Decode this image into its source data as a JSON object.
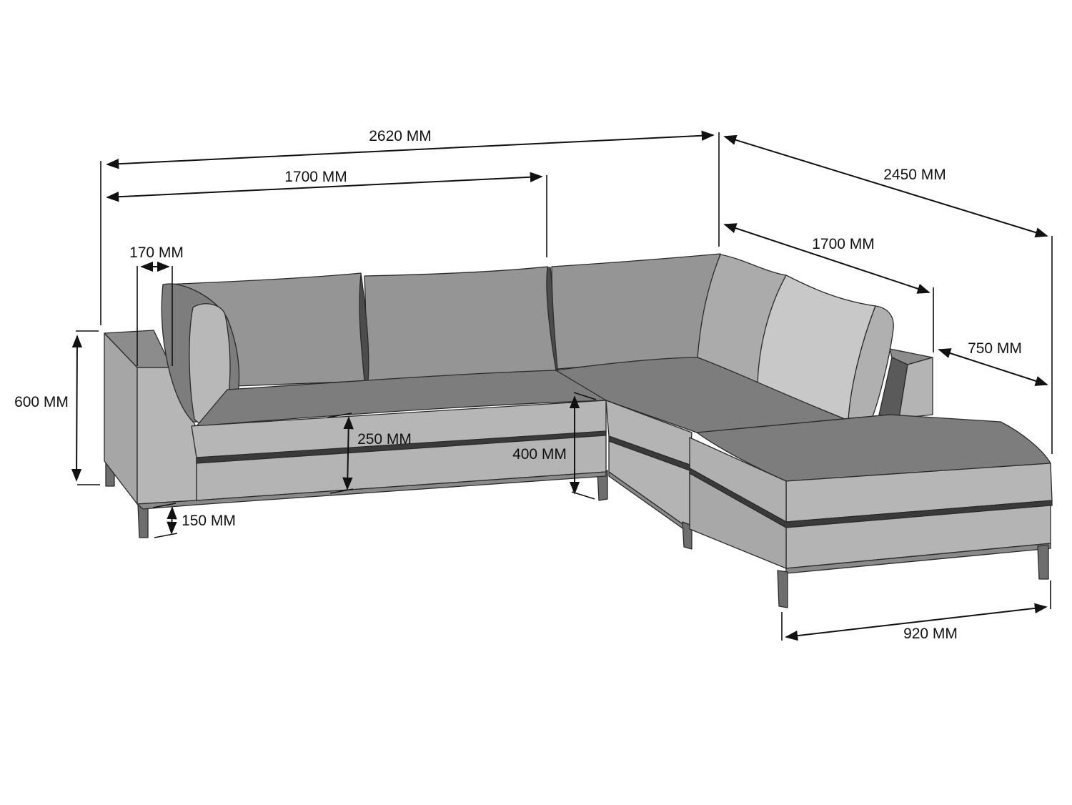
{
  "figure": {
    "type": "furniture-dimension-drawing",
    "subject": "L-shaped corner sofa with ottoman",
    "colors": {
      "background": "#ffffff",
      "dimension_lines": "#111111",
      "seat_top": "#7d7d7d",
      "cushion_back": "#959595",
      "cushion_light": "#c8c8c8",
      "frame_side": "#b4b4b4",
      "frame_shadow": "#5a5a5a",
      "legs": "#6e6e6e"
    }
  },
  "dimensions": {
    "total_width": {
      "label": "2620 MM",
      "value": 2620,
      "unit": "MM"
    },
    "left_section_width": {
      "label": "1700 MM",
      "value": 1700,
      "unit": "MM"
    },
    "total_depth": {
      "label": "2450 MM",
      "value": 2450,
      "unit": "MM"
    },
    "right_section_depth": {
      "label": "1700 MM",
      "value": 1700,
      "unit": "MM"
    },
    "ottoman_depth": {
      "label": "750 MM",
      "value": 750,
      "unit": "MM"
    },
    "armrest_width": {
      "label": "170 MM",
      "value": 170,
      "unit": "MM"
    },
    "total_height": {
      "label": "600 MM",
      "value": 600,
      "unit": "MM"
    },
    "seat_cushion_height": {
      "label": "250 MM",
      "value": 250,
      "unit": "MM"
    },
    "seat_height": {
      "label": "400 MM",
      "value": 400,
      "unit": "MM"
    },
    "leg_height": {
      "label": "150 MM",
      "value": 150,
      "unit": "MM"
    },
    "ottoman_width": {
      "label": "920 MM",
      "value": 920,
      "unit": "MM"
    }
  }
}
